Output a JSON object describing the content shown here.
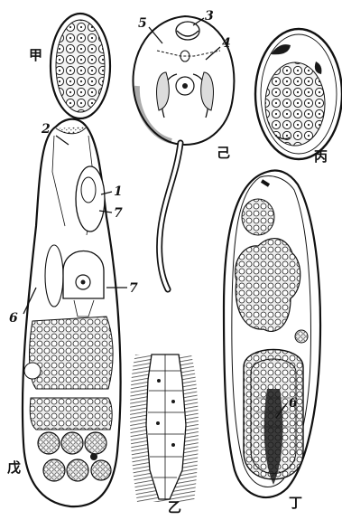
{
  "panel_labels": {
    "jia": "甲",
    "yi": "乙",
    "bing": "丙",
    "ding": "丁",
    "wu": "戊",
    "ji": "己"
  },
  "part_numbers": {
    "n1": "1",
    "n2": "2",
    "n3": "3",
    "n4": "4",
    "n5": "5",
    "n6a": "6",
    "n6b": "6",
    "n7a": "7",
    "n7b": "7"
  }
}
